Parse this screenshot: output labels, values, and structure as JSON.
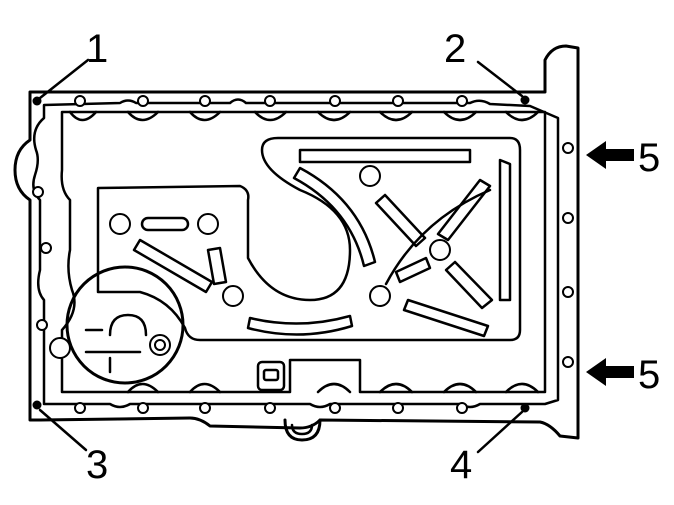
{
  "diagram": {
    "colors": {
      "ink": "#000000",
      "paper": "#ffffff"
    },
    "callouts": [
      {
        "id": "c1",
        "label": "1"
      },
      {
        "id": "c2",
        "label": "2"
      },
      {
        "id": "c3",
        "label": "3"
      },
      {
        "id": "c4",
        "label": "4"
      },
      {
        "id": "c5a",
        "label": "5"
      },
      {
        "id": "c5b",
        "label": "5"
      }
    ]
  }
}
